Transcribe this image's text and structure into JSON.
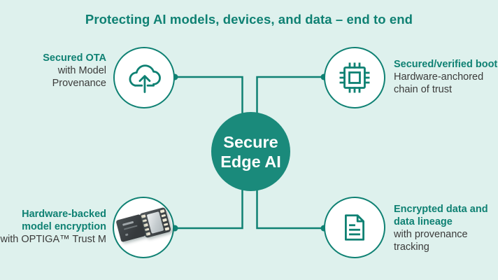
{
  "title": "Protecting AI models, devices, and data – end to end",
  "center_hub": {
    "line1": "Secure",
    "line2": "Edge AI"
  },
  "nodes": {
    "top_left": {
      "icon": "cloud-upload-icon",
      "title_lines": [
        "Secured OTA"
      ],
      "body_lines": [
        "with Model",
        "Provenance"
      ]
    },
    "top_right": {
      "icon": "chip-icon",
      "title_lines": [
        "Secured/verified boot"
      ],
      "body_lines": [
        "Hardware-anchored",
        "chain of trust"
      ]
    },
    "bottom_left": {
      "icon": "optiga-chip-photo",
      "title_lines": [
        "Hardware-backed",
        "model encryption"
      ],
      "body_lines": [
        "with OPTIGA™ Trust M"
      ]
    },
    "bottom_right": {
      "icon": "document-icon",
      "title_lines": [
        "Encrypted data and",
        "data lineage"
      ],
      "body_lines": [
        "with provenance",
        "tracking"
      ]
    }
  },
  "colors": {
    "background": "#DEF1ED",
    "accent_teal": "#0F8173",
    "center_circle_fill": "#1A8A7B",
    "dark_text": "#3B3B3A",
    "circle_fill": "#FFFFFF"
  }
}
